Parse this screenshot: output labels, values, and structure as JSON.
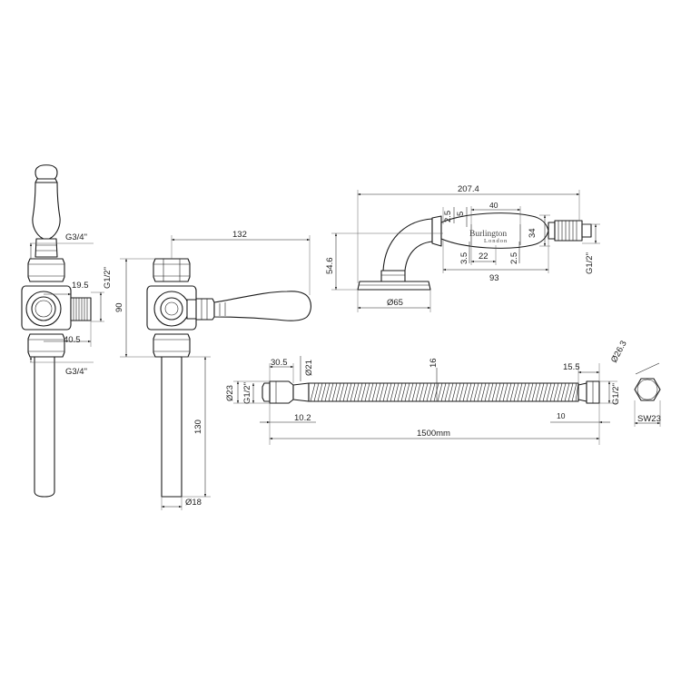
{
  "front_view": {
    "inlet_thread_top": "G3/4\"",
    "outlet_thread": "G1/2\"",
    "dim_outlet_offset": "19.5",
    "dim_outlet_reach": "40.5",
    "inlet_thread_bottom": "G3/4\""
  },
  "side_view": {
    "dim_width": "132",
    "dim_height": "90",
    "dim_pipe_length": "130",
    "dim_pipe_diameter": "Ø18"
  },
  "handset": {
    "dim_length": "207.4",
    "dim_handle_top": "2.5",
    "dim_top_step": "5",
    "dim_logo_width": "40",
    "dim_height": "54.6",
    "dim_handle_diameter": "34",
    "dim_lower_step": "3.5",
    "dim_bottom_step": "2.5",
    "dim_logo_offset": "22",
    "dim_handle_length": "93",
    "dim_base_diameter": "Ø65",
    "thread": "G1/2\"",
    "brand_name": "Burlington",
    "brand_sub": "London"
  },
  "hose": {
    "dim_left_nut": "30.5",
    "dim_left_diameter": "Ø21",
    "dim_hose_diameter": "16",
    "dim_right_nut": "15.5",
    "dim_right_diameter": "Ø26.3",
    "dim_left_end": "Ø23",
    "thread_left": "G1/2\"",
    "thread_right": "G1/2\"",
    "dim_left_shank": "10.2",
    "dim_right_shank": "10",
    "dim_total_length": "1500mm",
    "dim_nut_size": "SW23"
  }
}
